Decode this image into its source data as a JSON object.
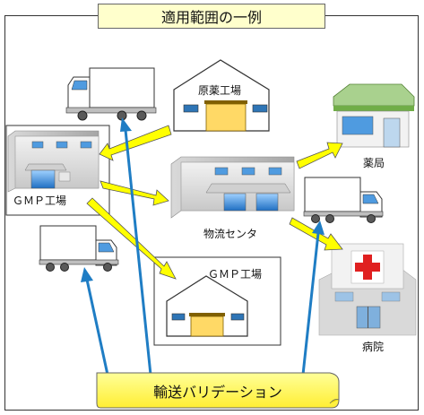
{
  "title": "適用範囲の一例",
  "labels": {
    "raw_material_factory": "原薬工場",
    "gmp_factory_left": "ＧＭＰ工場",
    "distribution_center": "物流センタ",
    "gmp_factory_bottom": "ＧＭＰ工場",
    "pharmacy": "薬局",
    "hospital": "病院"
  },
  "banner": "輸送バリデーション",
  "colors": {
    "arrow_yellow": "#ffff00",
    "arrow_blue": "#1f7dc4",
    "title_fill": "#ffffcc",
    "banner_fill": "#ffff66",
    "factory_door": "#ffd966",
    "window_blue": "#2e75b6",
    "hospital_cross": "#e02020",
    "pharmacy_roof": "#8fb870"
  }
}
